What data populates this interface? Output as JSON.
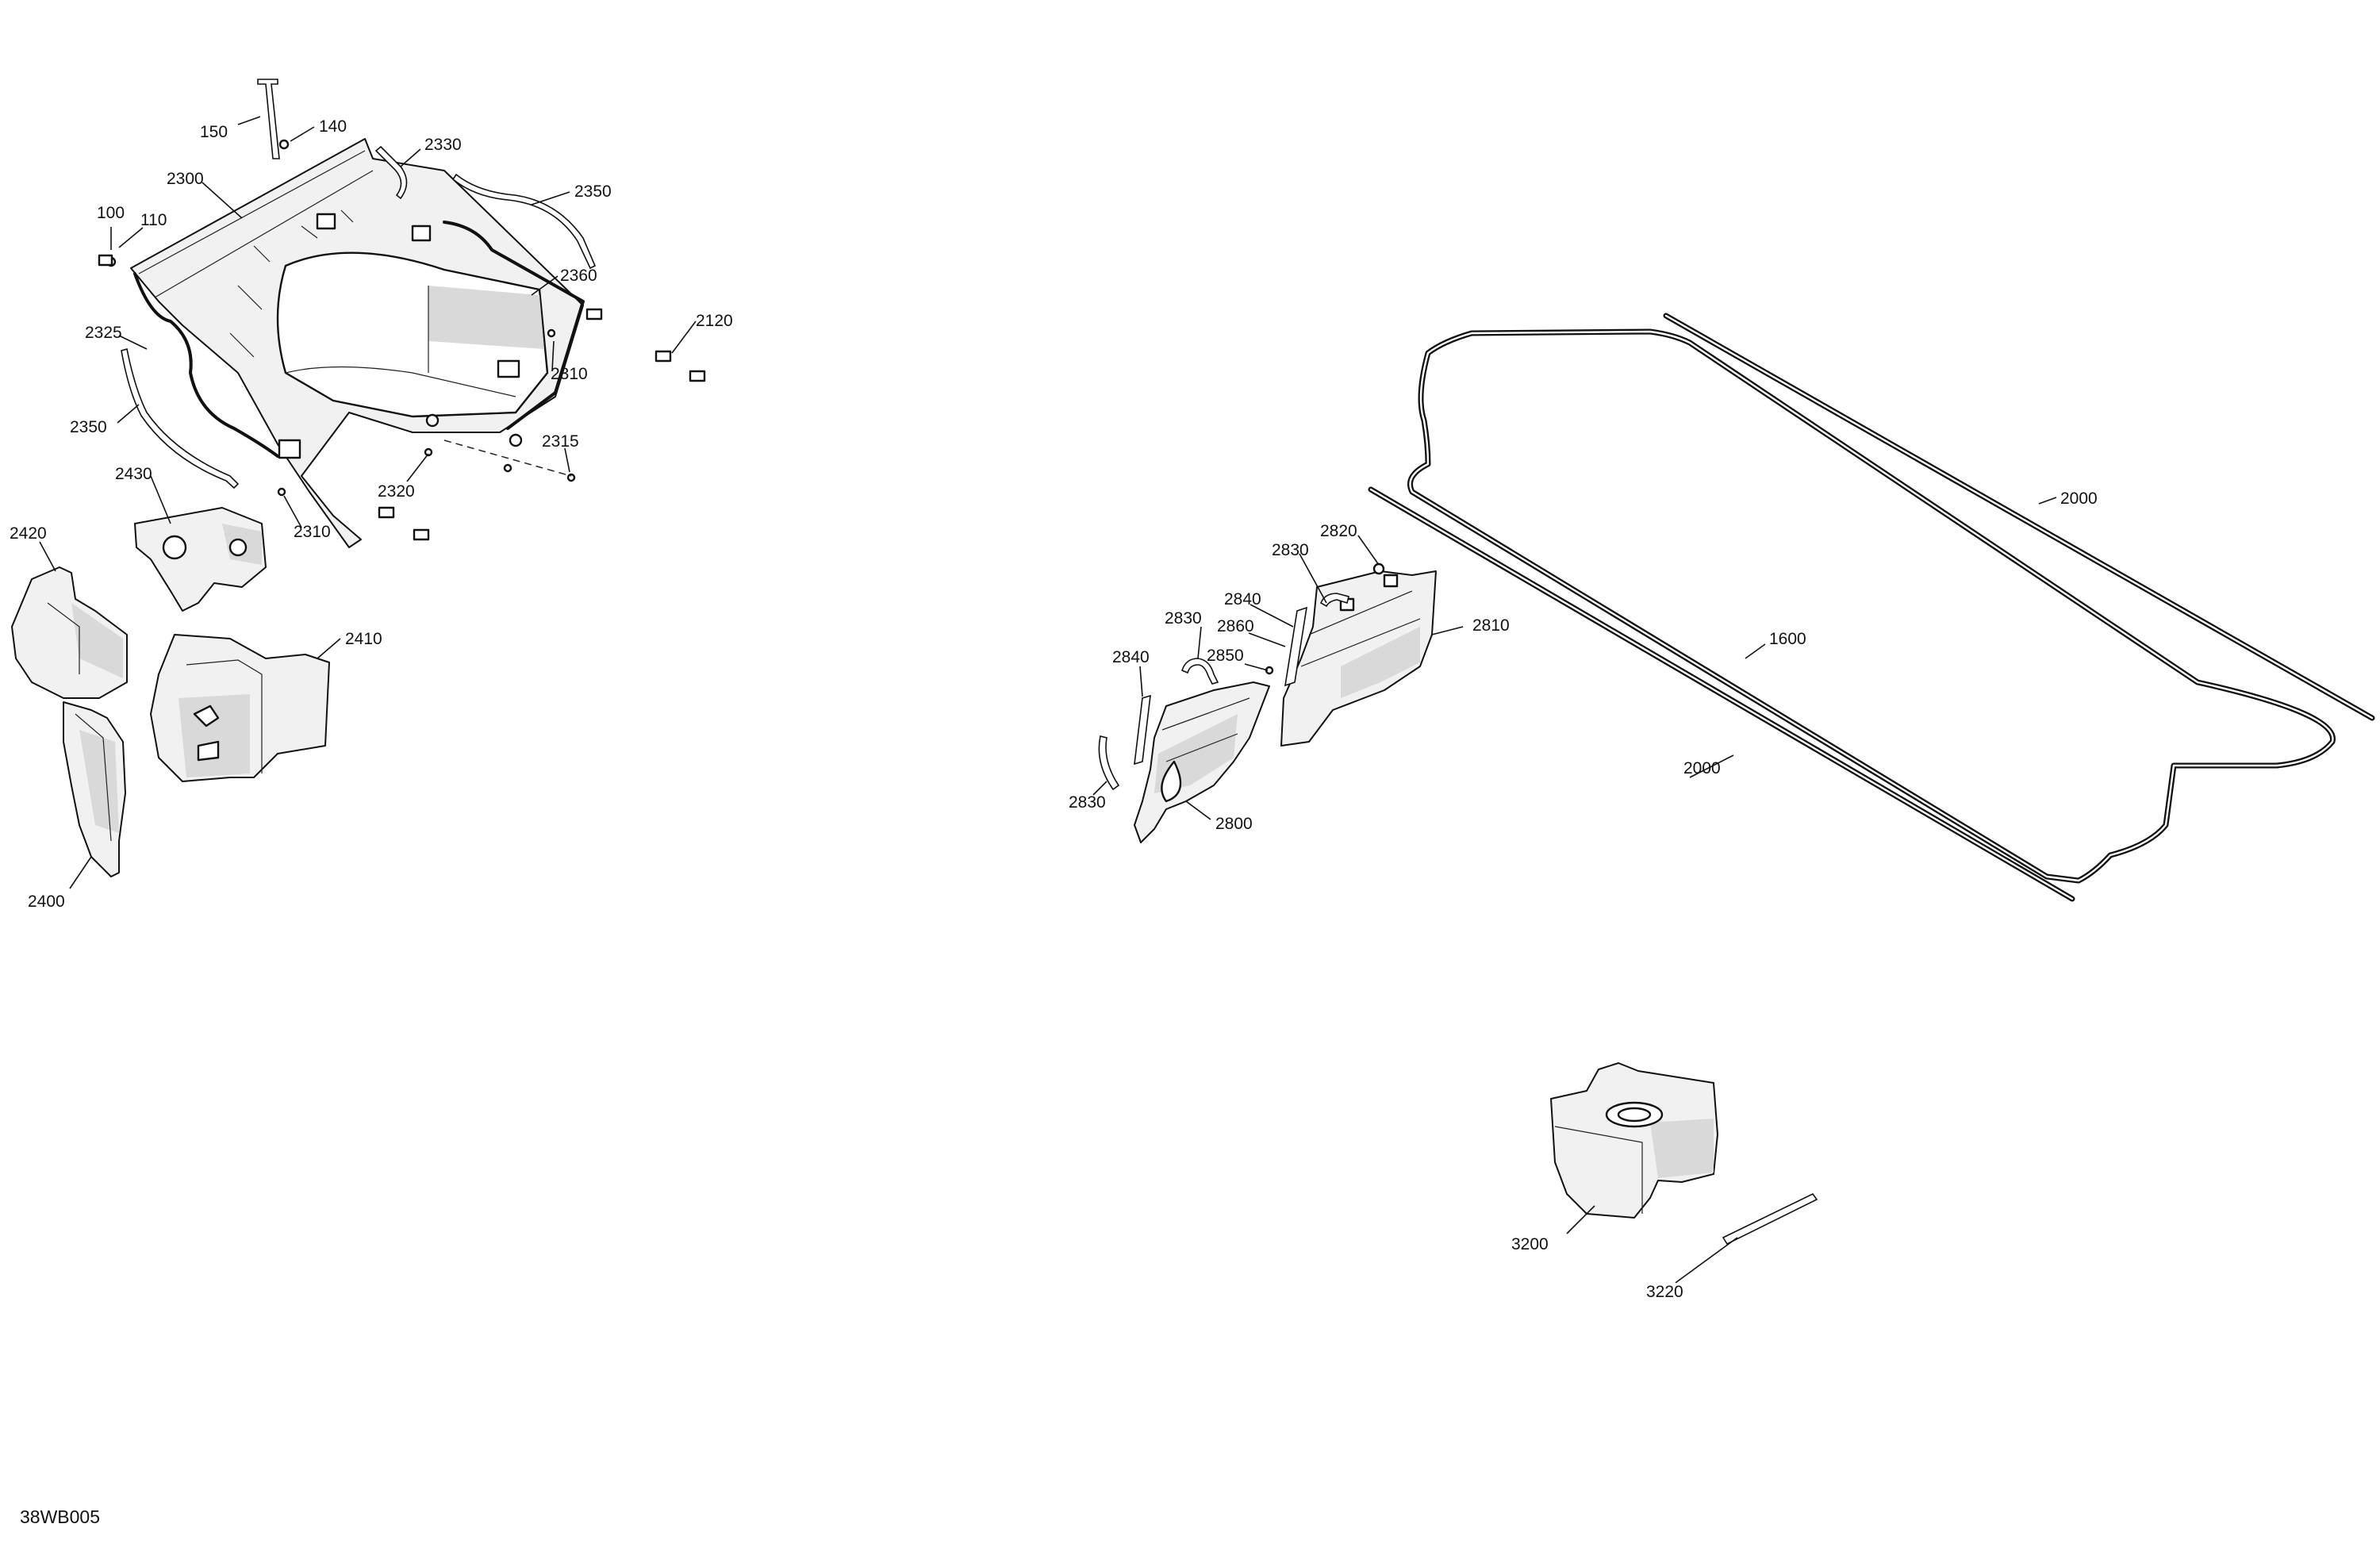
{
  "diagram_id": "38WB005",
  "callouts": {
    "c150": "150",
    "c140": "140",
    "c2330": "2330",
    "c2300": "2300",
    "c2350a": "2350",
    "c100": "100",
    "c110": "110",
    "c2360": "2360",
    "c2120": "2120",
    "c2325": "2325",
    "c2310a": "2310",
    "c2350b": "2350",
    "c2315": "2315",
    "c2320": "2320",
    "c2430": "2430",
    "c2310b": "2310",
    "c2420": "2420",
    "c2410": "2410",
    "c2400": "2400",
    "c2000a": "2000",
    "c1600": "1600",
    "c2000b": "2000",
    "c2820": "2820",
    "c2830a": "2830",
    "c2840a": "2840",
    "c2810": "2810",
    "c2830b": "2830",
    "c2860": "2860",
    "c2840b": "2840",
    "c2850": "2850",
    "c2830c": "2830",
    "c2800": "2800",
    "c3200": "3200",
    "c3220": "3220"
  }
}
